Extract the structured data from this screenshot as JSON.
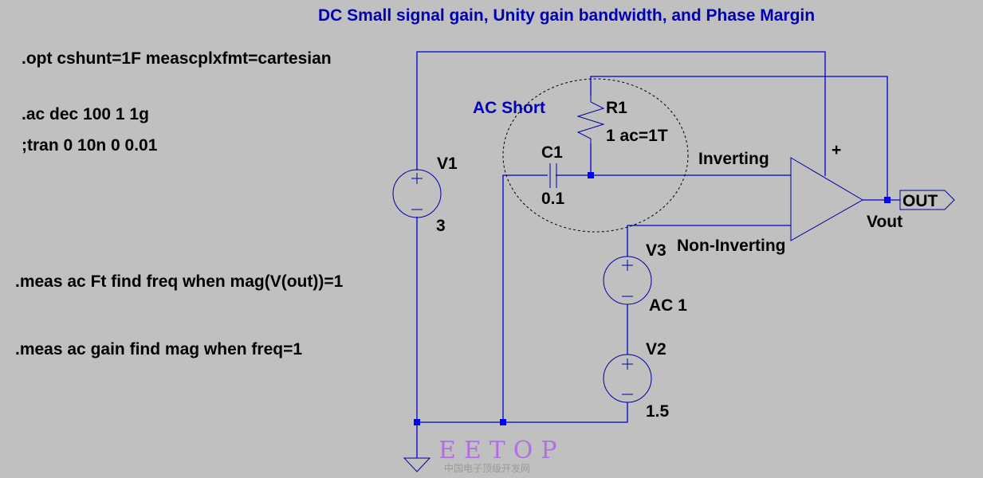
{
  "title": "DC Small signal gain, Unity gain bandwidth, and Phase Margin",
  "directives": {
    "opt": ".opt cshunt=1F meascplxfmt=cartesian",
    "ac": ".ac dec 100 1 1g",
    "tran": ";tran 0 10n 0 0.01",
    "meas_ft": ".meas ac Ft find freq when mag(V(out))=1",
    "meas_gain": ".meas ac gain find mag when freq=1"
  },
  "annotation": {
    "ac_short": "AC Short"
  },
  "components": {
    "v1": {
      "name": "V1",
      "value": "3"
    },
    "r1": {
      "name": "R1",
      "value": "1 ac=1T"
    },
    "c1": {
      "name": "C1",
      "value": "0.1"
    },
    "v3": {
      "name": "V3",
      "value": "AC 1"
    },
    "v2": {
      "name": "V2",
      "value": "1.5"
    },
    "opamp": {
      "plus_label": "+"
    }
  },
  "nets": {
    "inverting": "Inverting",
    "non_inverting": "Non-Inverting",
    "vout": "Vout",
    "out_port": "OUT"
  },
  "watermark": {
    "brand": "EETOP",
    "subtitle": "中国电子顶级开发网"
  },
  "colors": {
    "background": "#c0c0c0",
    "wire": "#0000c8",
    "label_blue": "#0000b4",
    "junction": "#0000ff"
  }
}
